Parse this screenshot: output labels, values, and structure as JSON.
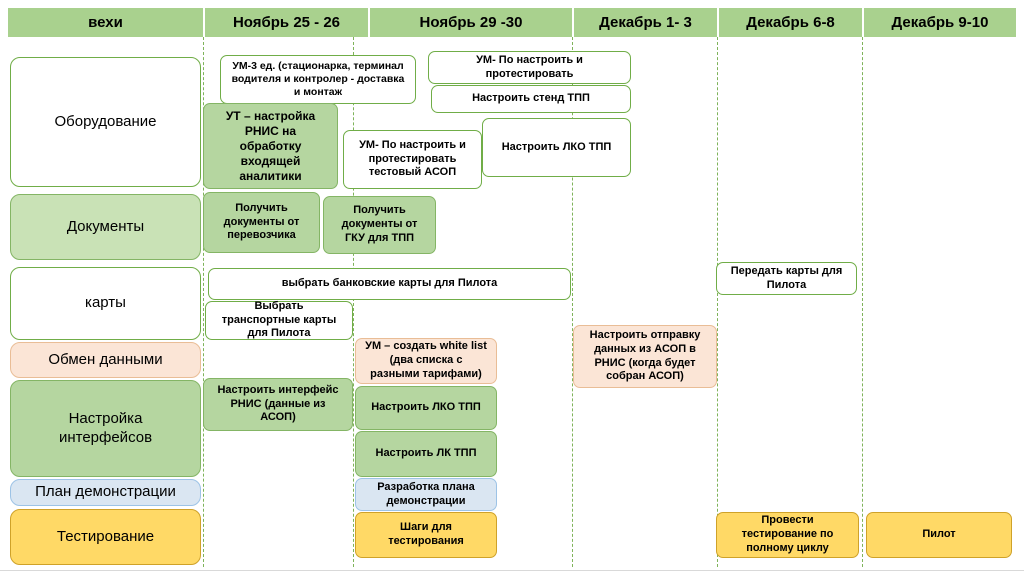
{
  "palette": {
    "header_green": "#a9d18e",
    "green_border": "#70ad47",
    "green_fill": "#b5d6a0",
    "light_green_fill": "#c9e2b6",
    "peach_fill": "#fbe5d6",
    "peach_border": "#e9bd96",
    "blue_fill": "#dae6f2",
    "blue_border": "#9dc3e6",
    "yellow_fill": "#ffd966",
    "yellow_border": "#cfa229"
  },
  "header": {
    "milestones": "вехи",
    "columns": [
      "Ноябрь 25 - 26",
      "Ноябрь 29 -30",
      "Декабрь 1- 3",
      "Декабрь 6-8",
      "Декабрь 9-10"
    ]
  },
  "rows": {
    "equipment": "Оборудование",
    "documents": "Документы",
    "cards": "карты",
    "data_exchange": "Обмен данными",
    "interfaces": "Настройка интерфейсов",
    "demo_plan": "План демонстрации",
    "testing": "Тестирование"
  },
  "tasks": {
    "um_install": "УМ-3 ед. (стационарка, терминал водителя и контролер - доставка и монтаж",
    "um_setup_test": "УМ- По настроить и протестировать",
    "stand_tpp": "Настроить стенд ТПП",
    "ut_rnis": "УТ – настройка РНИС на обработку входящей аналитики",
    "um_test_asop": "УМ- По настроить и протестировать тестовый АСОП",
    "lko_tpp_setup": "Настроить ЛКО ТПП",
    "docs_carrier": "Получить документы от перевозчика",
    "docs_gku": "Получить документы от ГКУ для ТПП",
    "bank_cards": "выбрать банковские карты для Пилота",
    "transport_cards": "Выбрать транспортные карты для Пилота",
    "transfer_cards": "Передать карты для Пилота",
    "white_list": "УМ – создать white list (два списка с разными тарифами)",
    "asop_to_rnis": "Настроить отправку данных из АСОП в РНИС (когда будет собран АСОП)",
    "rnis_interface": "Настроить интерфейс РНИС (данные из АСОП)",
    "lko_tpp": "Настроить ЛКО ТПП",
    "lk_tpp": "Настроить ЛК ТПП",
    "demo_plan_dev": "Разработка плана демонстрации",
    "test_steps": "Шаги для тестирования",
    "full_cycle_test": "Провести тестирование по полному циклу",
    "pilot": "Пилот"
  }
}
